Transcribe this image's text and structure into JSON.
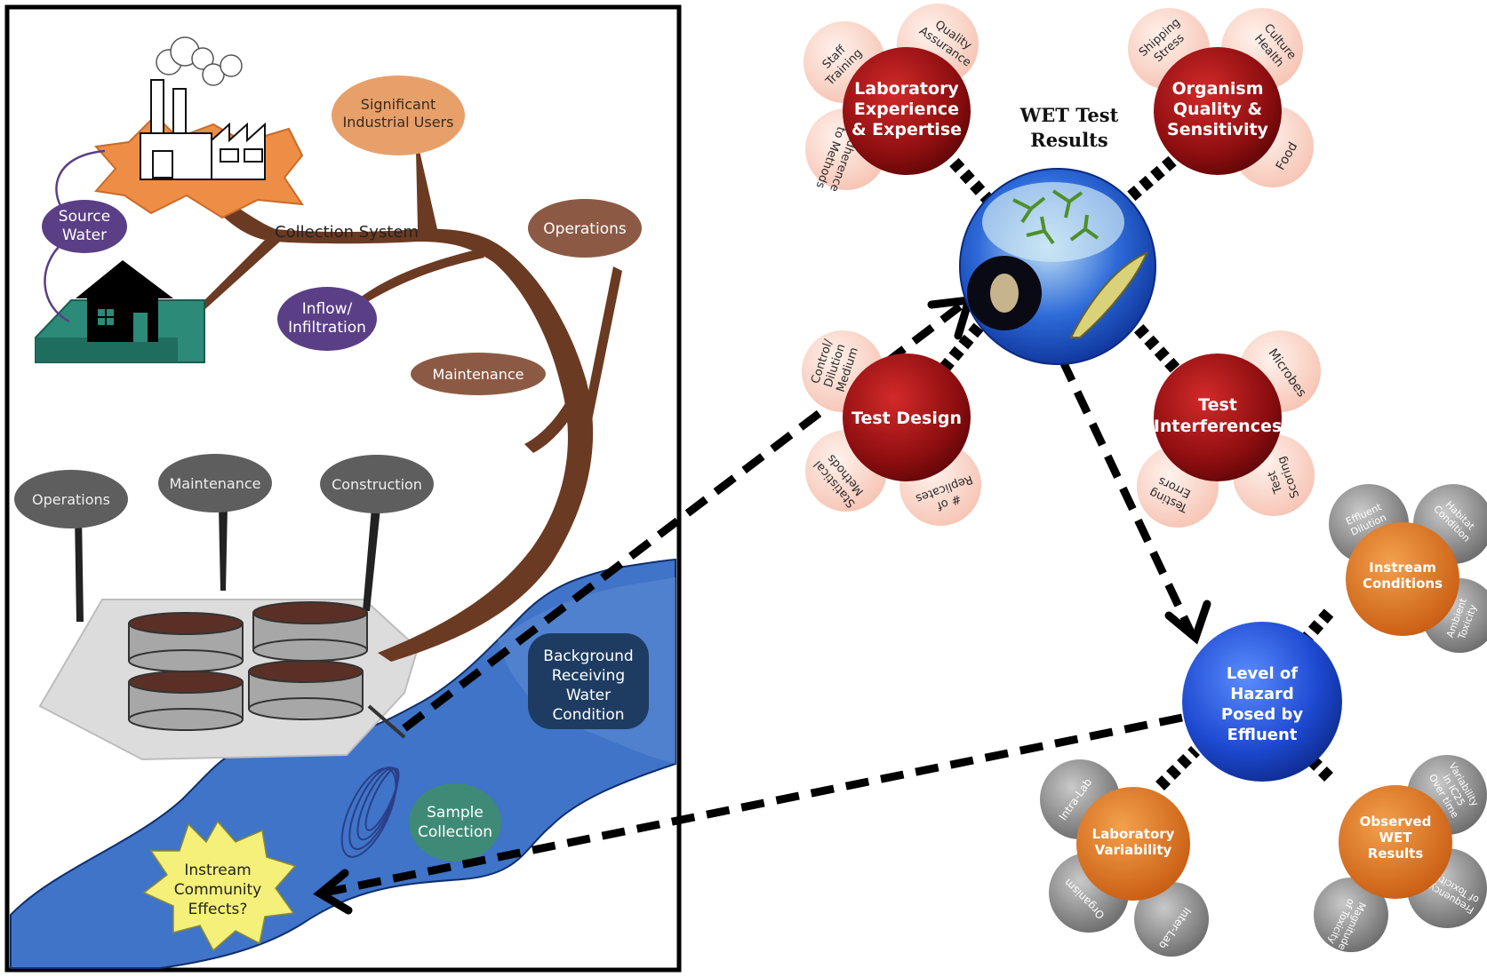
{
  "left_panel": {
    "source_water": [
      "Source",
      "Water"
    ],
    "significant_users": [
      "Significant",
      "Industrial Users"
    ],
    "collection_system": "Collection System",
    "operations_top": "Operations",
    "inflow": [
      "Inflow/",
      "Infiltration"
    ],
    "maintenance_top": "Maintenance",
    "plant_operations": "Operations",
    "plant_maintenance": "Maintenance",
    "plant_construction": "Construction",
    "background": [
      "Background",
      "Receiving",
      "Water",
      "Condition"
    ],
    "sample_collection": [
      "Sample",
      "Collection"
    ],
    "instream_effects": [
      "Instream",
      "Community",
      "Effects?"
    ]
  },
  "wet_cluster": {
    "title": [
      "WET Test",
      "Results"
    ],
    "lab_experience": {
      "label": [
        "Laboratory",
        "Experience",
        "& Expertise"
      ],
      "petals": [
        [
          "Staff",
          "Training"
        ],
        [
          "Quality",
          "Assurance"
        ],
        [
          "Adherence",
          "to Methods"
        ]
      ]
    },
    "organism_quality": {
      "label": [
        "Organism",
        "Quality &",
        "Sensitivity"
      ],
      "petals": [
        [
          "Shipping",
          "Stress"
        ],
        [
          "Culture",
          "Health"
        ],
        [
          "Food"
        ]
      ]
    },
    "test_design": {
      "label": [
        "Test Design"
      ],
      "petals": [
        [
          "Control/",
          "Dilution",
          "Medium"
        ],
        [
          "Statistical",
          "Methods"
        ],
        [
          "# of",
          "Replicates"
        ]
      ]
    },
    "test_interferences": {
      "label": [
        "Test",
        "Interferences"
      ],
      "petals": [
        [
          "Microbes"
        ],
        [
          "Test",
          "Scoring"
        ],
        [
          "Testing",
          "Errors"
        ]
      ]
    }
  },
  "hazard_cluster": {
    "title": [
      "Level of",
      "Hazard",
      "Posed by",
      "Effluent"
    ],
    "instream_conditions": {
      "label": [
        "Instream",
        "Conditions"
      ],
      "petals": [
        [
          "Effluent",
          "Dilution"
        ],
        [
          "Habitat",
          "Condition"
        ],
        [
          "Ambient",
          "Toxicity"
        ]
      ]
    },
    "lab_variability": {
      "label": [
        "Laboratory",
        "Variability"
      ],
      "petals": [
        [
          "Intra-Lab"
        ],
        [
          "Organism"
        ],
        [
          "Inter-Lab"
        ]
      ]
    },
    "observed_wet": {
      "label": [
        "Observed",
        "WET",
        "Results"
      ],
      "petals": [
        [
          "Variability",
          "in IC25",
          "Over time"
        ],
        [
          "Frequency",
          "of Toxicity"
        ],
        [
          "Magnitude",
          "of Toxicity"
        ]
      ]
    }
  },
  "colors": {
    "brown_branch": "#6b3a22",
    "purple": "#5a3f86",
    "salmon": "#e8a06a",
    "dark_red": "#8b0f12",
    "orange": "#d8711f",
    "blue": "#1d55d6",
    "river": "#3f74c8",
    "grey_bubble": "#5e5e5e"
  }
}
